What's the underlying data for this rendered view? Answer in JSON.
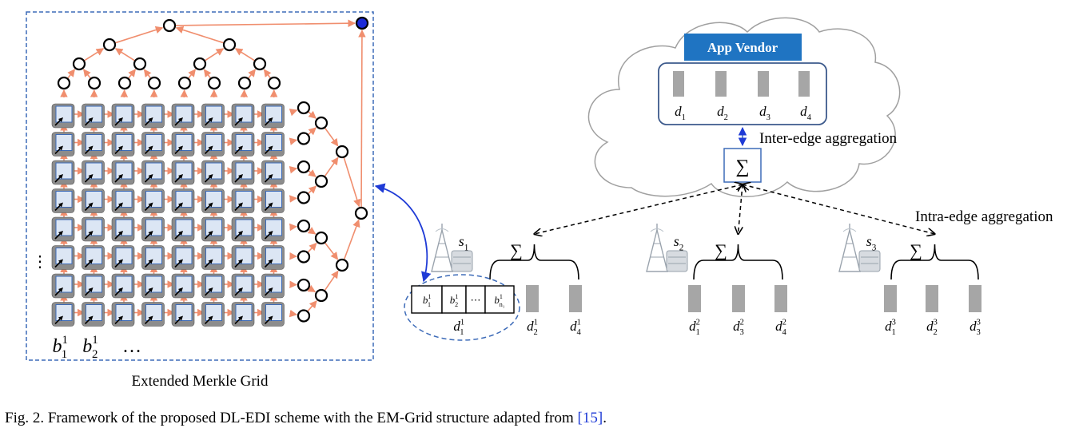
{
  "grid": {
    "title": "Extended Merkle Grid",
    "rows": 8,
    "cols": 8,
    "col_labels": [
      {
        "base": "b",
        "sub": "1",
        "sup": "1"
      },
      {
        "base": "b",
        "sub": "2",
        "sup": "1"
      },
      {
        "base": "",
        "sub": "",
        "sup": "",
        "text": "…"
      }
    ],
    "vdots": "⋮"
  },
  "cloud": {
    "vendor_label": "App Vendor",
    "datasets": [
      {
        "base": "d",
        "sub": "1"
      },
      {
        "base": "d",
        "sub": "2"
      },
      {
        "base": "d",
        "sub": "3"
      },
      {
        "base": "d",
        "sub": "4"
      }
    ],
    "sum_symbol": "∑",
    "inter_label": "Inter-edge aggregation"
  },
  "intra_label": "Intra-edge aggregation",
  "servers": [
    {
      "name": {
        "base": "s",
        "sub": "1"
      },
      "datasets": [
        {
          "base": "d",
          "sup": "1",
          "sub": "2"
        },
        {
          "base": "d",
          "sup": "1",
          "sub": "4"
        }
      ]
    },
    {
      "name": {
        "base": "s",
        "sub": "2"
      },
      "datasets": [
        {
          "base": "d",
          "sup": "2",
          "sub": "1"
        },
        {
          "base": "d",
          "sup": "2",
          "sub": "3"
        },
        {
          "base": "d",
          "sup": "2",
          "sub": "4"
        }
      ]
    },
    {
      "name": {
        "base": "s",
        "sub": "3"
      },
      "datasets": [
        {
          "base": "d",
          "sup": "3",
          "sub": "1"
        },
        {
          "base": "d",
          "sup": "3",
          "sub": "2"
        },
        {
          "base": "d",
          "sup": "3",
          "sub": "3"
        }
      ]
    }
  ],
  "dataset_blocks": {
    "label": {
      "base": "d",
      "sup": "1",
      "sub": "1"
    },
    "cells": [
      {
        "base": "b",
        "sup": "1",
        "sub": "1"
      },
      {
        "base": "b",
        "sup": "1",
        "sub": "2"
      },
      {
        "base": "",
        "text": "⋯"
      },
      {
        "base": "b",
        "sup": "1",
        "sub": "n₁"
      }
    ]
  },
  "caption": {
    "text": "Fig. 2.   Framework of the proposed DL-EDI scheme with the EM-Grid structure adapted from ",
    "ref": "[15]",
    "end": "."
  },
  "colors": {
    "arrow": "#f08e6e",
    "node_blue": "#1c2bd8",
    "frame_blue": "#3d6bb8",
    "vendor_bg": "#1f74c2",
    "cell_fill": "#dce6f4",
    "cell_shadow": "#8c8c8c",
    "bar": "#a6a6a6",
    "cloud_stroke": "#a0a0a0",
    "link_blue": "#1f3bd6"
  }
}
